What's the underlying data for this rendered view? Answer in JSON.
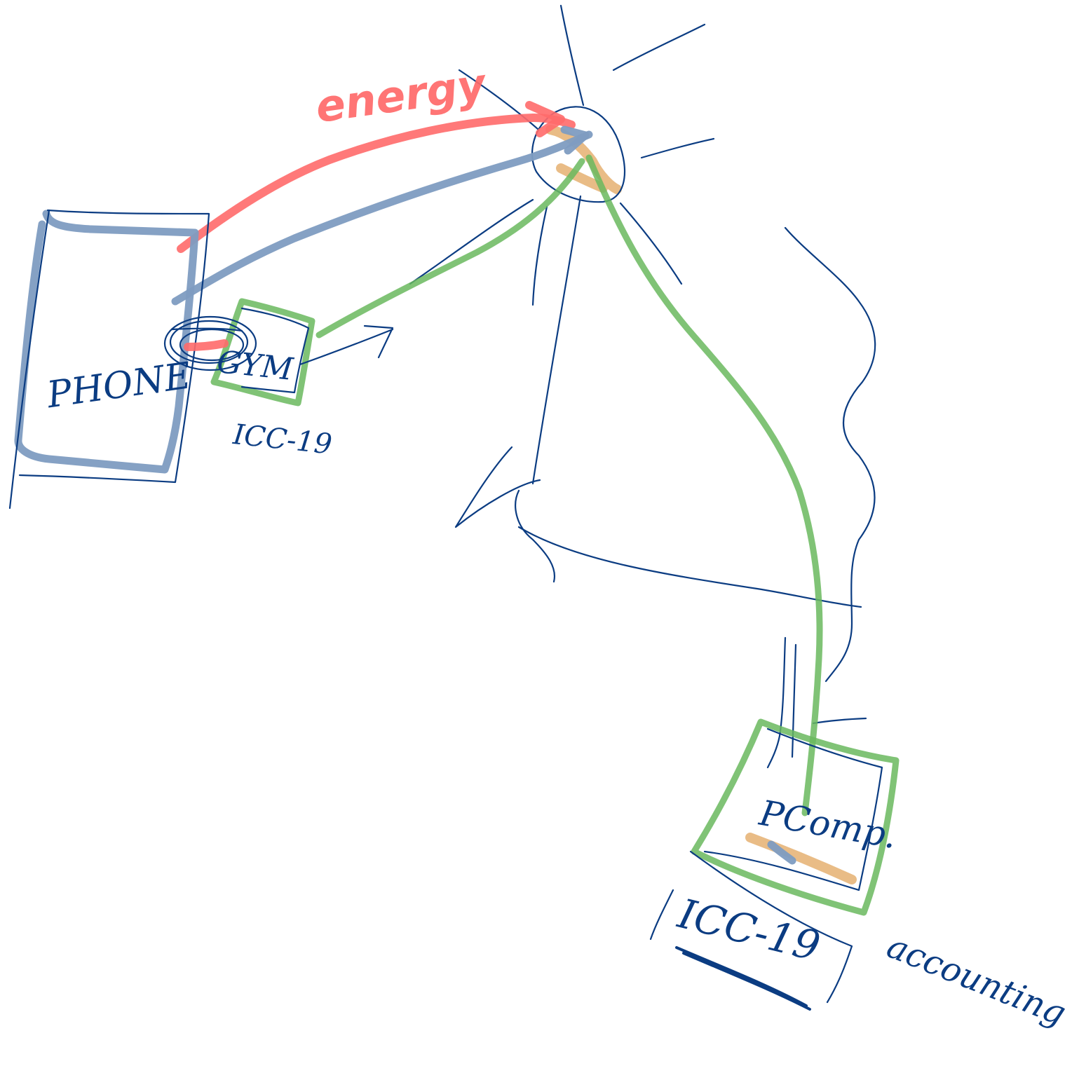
{
  "labels": {
    "energy": "energy",
    "phone": "PHONE",
    "gym": "GYM",
    "icc_small": "ICC-19",
    "pcomp": "PComp.",
    "icc_large": "ICC-19",
    "accounting": "accounting"
  },
  "colors": {
    "ink": "#0b3c82",
    "blue_highlight": "#7e9cc1",
    "red_highlight": "#ff6a6a",
    "green_highlight": "#6ab85e",
    "orange_highlight": "#e1a55e"
  }
}
